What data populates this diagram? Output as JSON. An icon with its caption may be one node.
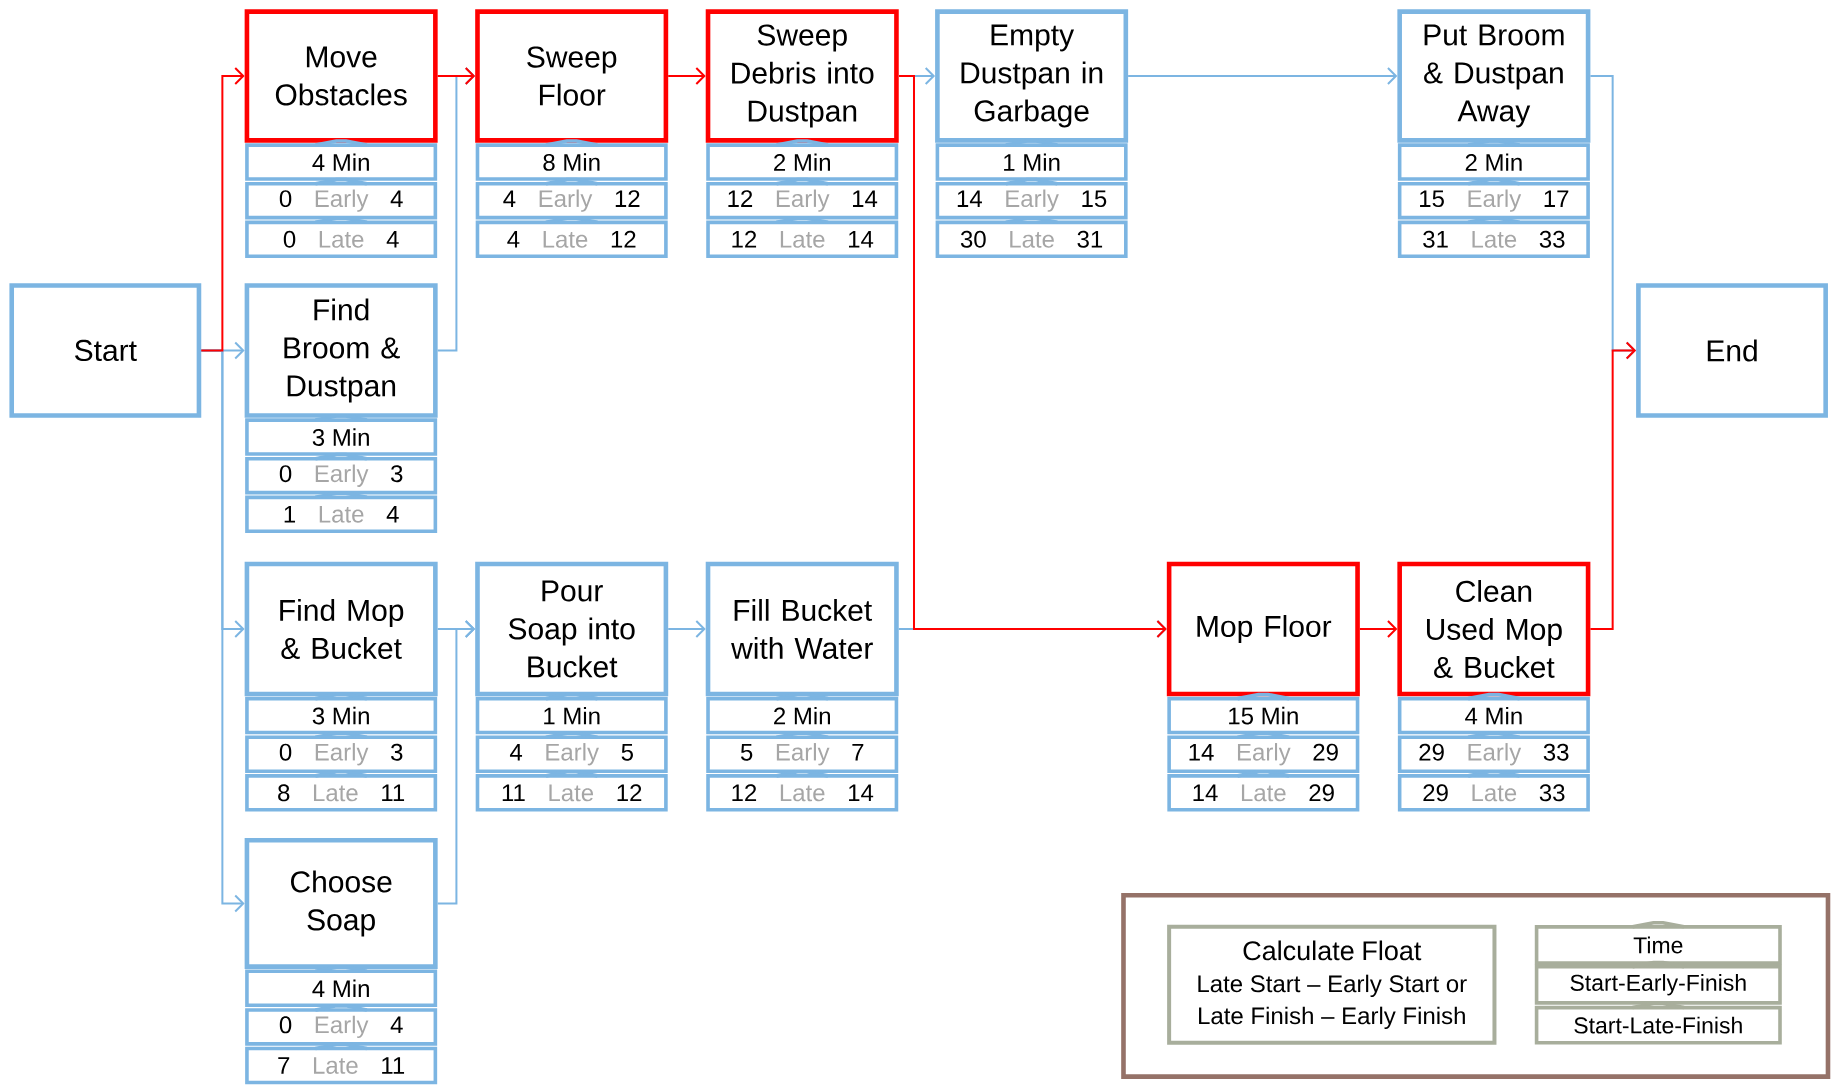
{
  "diagram": {
    "nodes": [
      {
        "text": [
          "Start"
        ]
      },
      {
        "text": [
          "Move Obstacles"
        ]
      },
      {
        "text": [
          "4 Min"
        ]
      },
      {
        "text": [
          "0",
          "Early",
          "4"
        ]
      },
      {
        "text": [
          "0",
          "Late",
          "4"
        ]
      },
      {
        "text": [
          "Sweep Floor"
        ]
      },
      {
        "text": [
          "8 Min"
        ]
      },
      {
        "text": [
          "4",
          "Early",
          "12"
        ]
      },
      {
        "text": [
          "4",
          "Late",
          "12"
        ]
      },
      {
        "text": [
          "Sweep Debris into Dustpan"
        ]
      },
      {
        "text": [
          "2 Min"
        ]
      },
      {
        "text": [
          "12",
          "Early",
          "14"
        ]
      },
      {
        "text": [
          "12",
          "Late",
          "14"
        ]
      },
      {
        "text": [
          "Empty Dustpan in Garbage"
        ]
      },
      {
        "text": [
          "1 Min"
        ]
      },
      {
        "text": [
          "14",
          "Early",
          "15"
        ]
      },
      {
        "text": [
          "30",
          "Late",
          "31"
        ]
      },
      {
        "text": [
          "Put Broom & Dustpan Away"
        ]
      },
      {
        "text": [
          "2 Min"
        ]
      },
      {
        "text": [
          "15",
          "Early",
          "17"
        ]
      },
      {
        "text": [
          "31",
          "Late",
          "33"
        ]
      },
      {
        "text": [
          "Find Broom & Dustpan"
        ]
      },
      {
        "text": [
          "3 Min"
        ]
      },
      {
        "text": [
          "0",
          "Early",
          "3"
        ]
      },
      {
        "text": [
          "1",
          "Late",
          "4"
        ]
      },
      {
        "text": [
          "End"
        ]
      },
      {
        "text": [
          "Find Mop & Bucket"
        ]
      },
      {
        "text": [
          "3 Min"
        ]
      },
      {
        "text": [
          "0",
          "Early",
          "3"
        ]
      },
      {
        "text": [
          "8",
          "Late",
          "11"
        ]
      },
      {
        "text": [
          "Pour Soap into Bucket"
        ]
      },
      {
        "text": [
          "1 Min"
        ]
      },
      {
        "text": [
          "4",
          "Early",
          "5"
        ]
      },
      {
        "text": [
          "11",
          "Late",
          "12"
        ]
      },
      {
        "text": [
          "Fill Bucket with Water"
        ]
      },
      {
        "text": [
          "2 Min"
        ]
      },
      {
        "text": [
          "5",
          "Early",
          "7"
        ]
      },
      {
        "text": [
          "12",
          "Late",
          "14"
        ]
      },
      {
        "text": [
          "Mop Floor"
        ]
      },
      {
        "text": [
          "15 Min"
        ]
      },
      {
        "text": [
          "14",
          "Early",
          "29"
        ]
      },
      {
        "text": [
          "14",
          "Late",
          "29"
        ]
      },
      {
        "text": [
          "Clean Used Mop & Bucket"
        ]
      },
      {
        "text": [
          "4 Min"
        ]
      },
      {
        "text": [
          "29",
          "Early",
          "33"
        ]
      },
      {
        "text": [
          "29",
          "Late",
          "33"
        ]
      },
      {
        "text": [
          "Choose Soap"
        ]
      },
      {
        "text": [
          "4 Min"
        ]
      },
      {
        "text": [
          "0",
          "Early",
          "4"
        ]
      },
      {
        "text": [
          "7",
          "Late",
          "11"
        ]
      },
      {
        "text": [],
        "shape": "box"
      },
      {
        "text": [
          "Calculate Float",
          "Late Start – Early Start or Late Finish – Early Finish"
        ],
        "in": 50
      },
      {
        "text": [
          "Time"
        ],
        "in": 50
      },
      {
        "text": [
          "Start-Early-Finish"
        ],
        "in": 50
      },
      {
        "text": [
          "Start-Late-Finish"
        ],
        "in": 50
      }
    ],
    "edges": [
      {
        "from": 0,
        "to": 1,
        "arrow": "to",
        "color": "#ff0000"
      },
      {
        "from": 0,
        "to": 21,
        "arrow": "to"
      },
      {
        "from": 0,
        "to": 26,
        "arrow": "to"
      },
      {
        "from": 0,
        "to": 46,
        "arrow": "to"
      },
      {
        "from": 1,
        "to": 5,
        "arrow": "to",
        "color": "#ff0000"
      },
      {
        "from": 21,
        "to": 5,
        "arrow": "to"
      },
      {
        "from": 5,
        "to": 9,
        "arrow": "to",
        "color": "#ff0000"
      },
      {
        "from": 9,
        "to": 13,
        "arrow": "to"
      },
      {
        "from": 9,
        "to": 38,
        "arrow": "to",
        "color": "#ff0000"
      },
      {
        "from": 13,
        "to": 17,
        "arrow": "to"
      },
      {
        "from": 17,
        "to": 25,
        "arrow": "to"
      },
      {
        "from": 26,
        "to": 30,
        "arrow": "to"
      },
      {
        "from": 46,
        "to": 30,
        "arrow": "to"
      },
      {
        "from": 30,
        "to": 34,
        "arrow": "to"
      },
      {
        "from": 34,
        "to": 38,
        "arrow": "to"
      },
      {
        "from": 38,
        "to": 42,
        "arrow": "to",
        "color": "#ff0000"
      },
      {
        "from": 42,
        "to": 25,
        "arrow": "to",
        "color": "#ff0000"
      }
    ]
  }
}
